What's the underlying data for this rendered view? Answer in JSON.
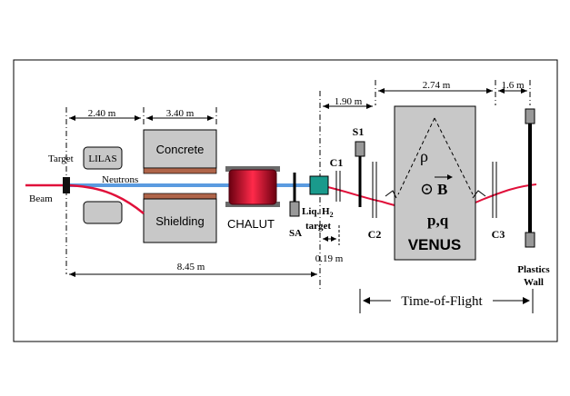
{
  "dimensions": {
    "d_target_concrete": "2.40 m",
    "d_concrete_chalut": "3.40 m",
    "d_target_liqh2": "8.45 m",
    "d_liqh2_venus": "1.90 m",
    "d_venus": "2.74 m",
    "d_c3_wall": "1.6 m",
    "d_liqh2_c1": "0.19 m"
  },
  "labels": {
    "target": "Target",
    "lilas": "LILAS",
    "neutrons": "Neutrons",
    "beam": "Beam",
    "concrete": "Concrete",
    "shielding": "Shielding",
    "chalut": "CHALUT",
    "sa": "SA",
    "liq_h2_prefix": "Liq. H",
    "liq_h2_sub": "2",
    "liq_h2_target": "target",
    "s1": "S1",
    "c1": "C1",
    "c2": "C2",
    "c3": "C3",
    "rho": "ρ",
    "b_symbol": "⊙",
    "b_letter": "B",
    "pq": "p,q",
    "venus": "VENUS",
    "plastics": "Plastics",
    "wall": "Wall",
    "tof": "Time-of-Flight"
  },
  "colors": {
    "beam_red": "#e0103a",
    "neutron_blue": "#5b9be0",
    "block_gray": "#c8c8c8",
    "brown_plate": "#b0654a",
    "target_teal": "#1a9a8c",
    "magnet_red": "#cc1030"
  }
}
